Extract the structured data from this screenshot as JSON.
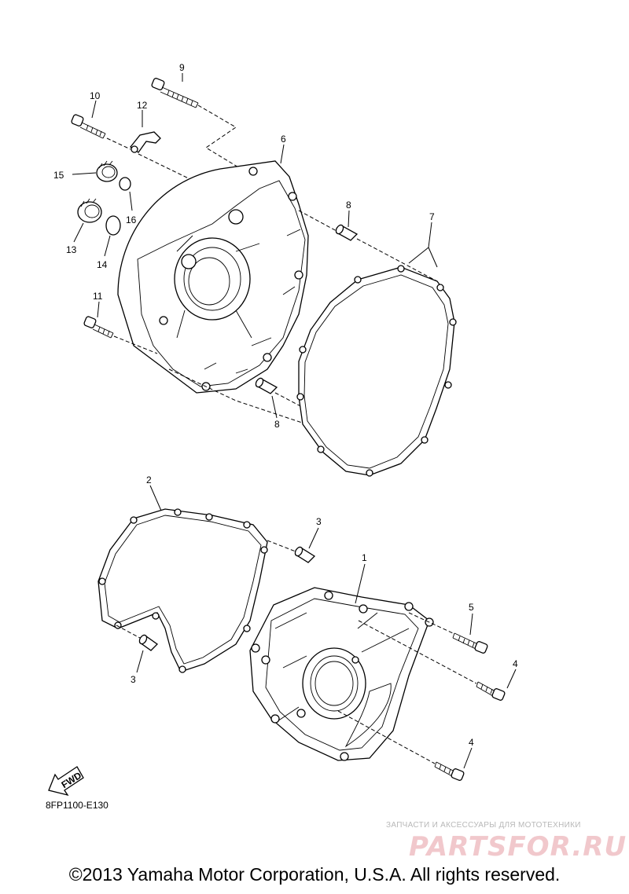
{
  "diagram": {
    "code": "8FP1100-E130",
    "fwd_label": "FWD",
    "callouts": [
      {
        "id": "c9",
        "text": "9"
      },
      {
        "id": "c10",
        "text": "10"
      },
      {
        "id": "c12",
        "text": "12"
      },
      {
        "id": "c6",
        "text": "6"
      },
      {
        "id": "c15",
        "text": "15"
      },
      {
        "id": "c16",
        "text": "16"
      },
      {
        "id": "c13",
        "text": "13"
      },
      {
        "id": "c14",
        "text": "14"
      },
      {
        "id": "c8a",
        "text": "8"
      },
      {
        "id": "c7",
        "text": "7"
      },
      {
        "id": "c11",
        "text": "11"
      },
      {
        "id": "c8b",
        "text": "8"
      },
      {
        "id": "c2",
        "text": "2"
      },
      {
        "id": "c3a",
        "text": "3"
      },
      {
        "id": "c1",
        "text": "1"
      },
      {
        "id": "c5",
        "text": "5"
      },
      {
        "id": "c4a",
        "text": "4"
      },
      {
        "id": "c3b",
        "text": "3"
      },
      {
        "id": "c4b",
        "text": "4"
      }
    ]
  },
  "watermark": {
    "caption": "ЗАПЧАСТИ И АКСЕССУАРЫ ДЛЯ МОТОТЕХНИКИ",
    "logo": "PARTSFOR.RU"
  },
  "footer": {
    "copyright": "©2013 Yamaha Motor Corporation, U.S.A. All rights reserved."
  }
}
